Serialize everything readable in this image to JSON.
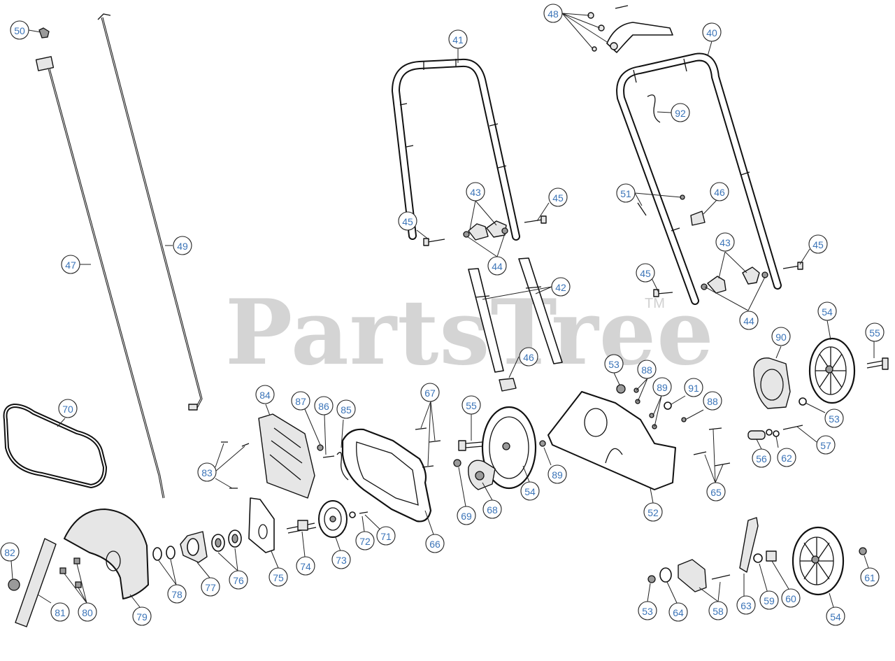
{
  "watermark": {
    "text": "PartsTree",
    "trademark": "TM"
  },
  "callouts": [
    {
      "label": "50"
    },
    {
      "label": "47"
    },
    {
      "label": "49"
    },
    {
      "label": "48"
    },
    {
      "label": "41"
    },
    {
      "label": "40"
    },
    {
      "label": "92"
    },
    {
      "label": "43"
    },
    {
      "label": "45"
    },
    {
      "label": "45"
    },
    {
      "label": "44"
    },
    {
      "label": "42"
    },
    {
      "label": "51"
    },
    {
      "label": "46"
    },
    {
      "label": "43"
    },
    {
      "label": "45"
    },
    {
      "label": "45"
    },
    {
      "label": "44"
    },
    {
      "label": "46"
    },
    {
      "label": "54"
    },
    {
      "label": "55"
    },
    {
      "label": "90"
    },
    {
      "label": "53"
    },
    {
      "label": "88"
    },
    {
      "label": "89"
    },
    {
      "label": "91"
    },
    {
      "label": "88"
    },
    {
      "label": "53"
    },
    {
      "label": "57"
    },
    {
      "label": "56"
    },
    {
      "label": "62"
    },
    {
      "label": "65"
    },
    {
      "label": "52"
    },
    {
      "label": "70"
    },
    {
      "label": "84"
    },
    {
      "label": "87"
    },
    {
      "label": "86"
    },
    {
      "label": "85"
    },
    {
      "label": "67"
    },
    {
      "label": "55"
    },
    {
      "label": "83"
    },
    {
      "label": "89"
    },
    {
      "label": "54"
    },
    {
      "label": "69"
    },
    {
      "label": "68"
    },
    {
      "label": "66"
    },
    {
      "label": "72"
    },
    {
      "label": "71"
    },
    {
      "label": "73"
    },
    {
      "label": "74"
    },
    {
      "label": "75"
    },
    {
      "label": "76"
    },
    {
      "label": "77"
    },
    {
      "label": "78"
    },
    {
      "label": "79"
    },
    {
      "label": "80"
    },
    {
      "label": "81"
    },
    {
      "label": "82"
    },
    {
      "label": "53"
    },
    {
      "label": "64"
    },
    {
      "label": "58"
    },
    {
      "label": "63"
    },
    {
      "label": "59"
    },
    {
      "label": "60"
    },
    {
      "label": "54"
    },
    {
      "label": "61"
    }
  ]
}
